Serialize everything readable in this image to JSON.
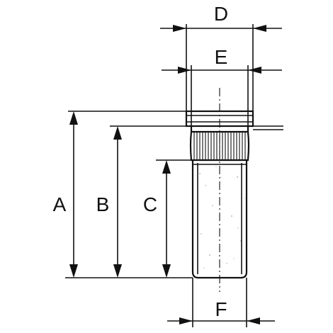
{
  "dimension_labels": {
    "a": "A",
    "b": "B",
    "c": "C",
    "d": "D",
    "e": "E",
    "f": "F"
  },
  "colors": {
    "line": "#111111",
    "background": "#ffffff"
  }
}
